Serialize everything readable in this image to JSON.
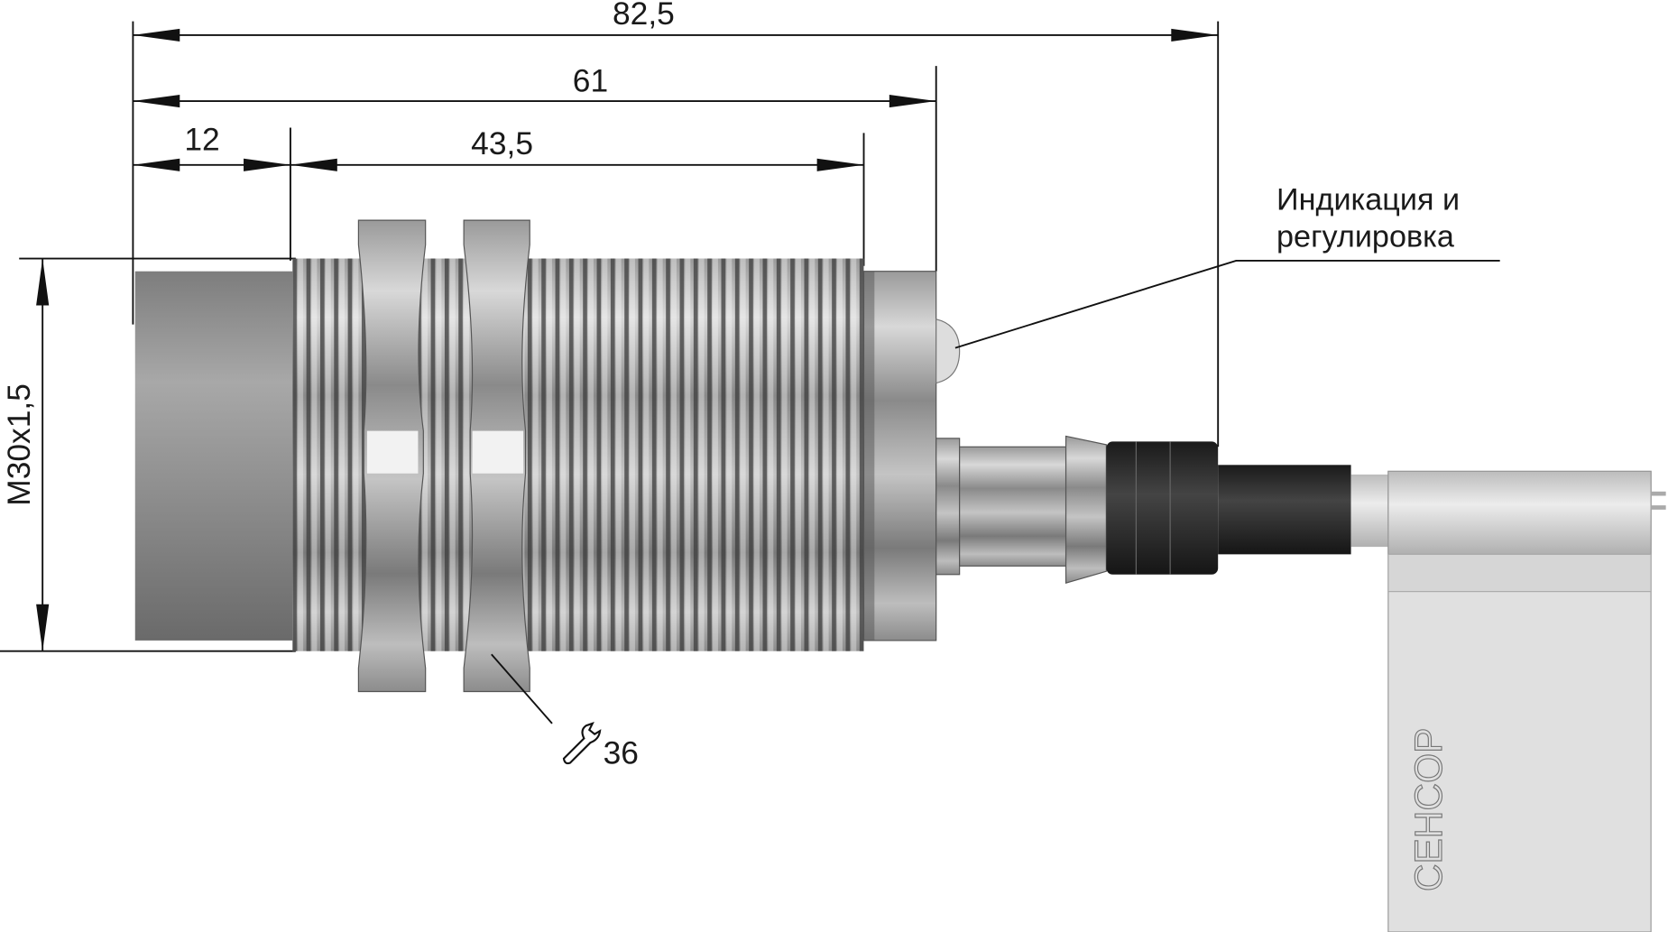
{
  "dimensions": {
    "overall_length": "82,5",
    "body_length": "61",
    "face_length": "12",
    "thread_length": "43,5",
    "thread_size": "M30x1,5",
    "wrench_size": "36"
  },
  "callouts": {
    "indication_line1": "Индикация и",
    "indication_line2": "регулировка"
  },
  "branding": {
    "plug_logo": "CEHCOP"
  },
  "icons": {
    "wrench": "wrench-icon"
  },
  "colors": {
    "line": "#111111",
    "metal_light": "#e6e6e6",
    "metal_dark": "#6e6e6e",
    "cable": "#2a2a2a"
  }
}
